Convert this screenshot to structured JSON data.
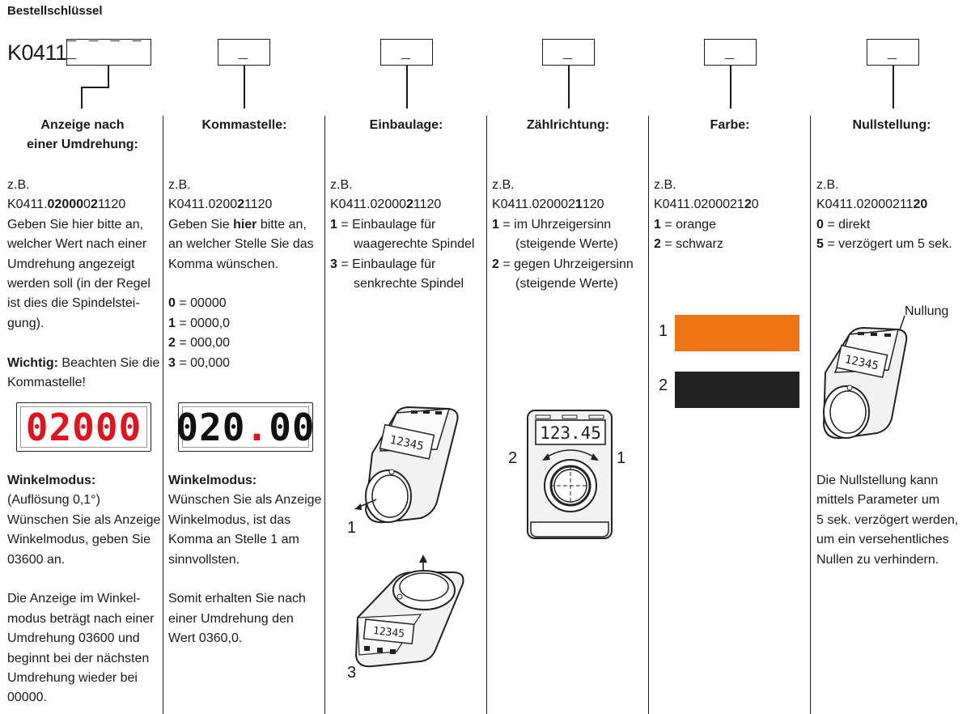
{
  "header": {
    "title": "Bestellschlüssel",
    "prefix": "K0411.",
    "main_placeholder": "_ _ _ _ _",
    "slot_placeholder": "_"
  },
  "columns": [
    {
      "heading_line1": "Anzeige nach",
      "heading_line2": "einer Umdrehung:"
    },
    {
      "heading": "Kommastelle:"
    },
    {
      "heading": "Einbaulage:"
    },
    {
      "heading": "Zählrichtung:"
    },
    {
      "heading": "Farbe:"
    },
    {
      "heading": "Nullstellung:"
    }
  ],
  "col1": {
    "eg": "z.B.",
    "code_pre": "K0411.",
    "code_bold": "02000",
    "code_mid": "0",
    "code_bold2": "2",
    "code_post": "1120",
    "lines": [
      "Geben Sie hier bitte an,",
      "welcher Wert nach einer",
      "Umdrehung angezeigt",
      "werden soll (in der Regel",
      "ist dies die Spindelstei-",
      "gung)."
    ],
    "wichtig_label": "Wichtig:",
    "wichtig_text": " Beachten Sie die",
    "wichtig_line2": "Kommastelle!",
    "display": "02000",
    "winkel_title": "Winkelmodus:",
    "winkel_lines": [
      "(Auflösung 0,1°)",
      "Wünschen Sie als Anzeige",
      "Winkelmodus, geben Sie",
      "03600 an."
    ],
    "tail_lines": [
      "Die Anzeige im Winkel-",
      "modus beträgt nach einer",
      "Umdrehung 03600 und",
      "beginnt bei der nächsten",
      "Umdrehung wieder bei",
      "00000."
    ]
  },
  "col2": {
    "eg": "z.B.",
    "code_pre": "K0411.0200",
    "code_bold": "2",
    "code_post": "1120",
    "lines_pre": "Geben Sie ",
    "lines_bold": "hier",
    "lines_post": " bitte an,",
    "lines": [
      "an welcher Stelle Sie das",
      "Komma wünschen."
    ],
    "options": [
      {
        "key": "0",
        "value": "00000"
      },
      {
        "key": "1",
        "value": "0000,0"
      },
      {
        "key": "2",
        "value": "000,00"
      },
      {
        "key": "3",
        "value": "00,000"
      }
    ],
    "display_int": "020",
    "display_dec": "00",
    "winkel_title": "Winkelmodus:",
    "winkel_lines": [
      "Wünschen Sie als Anzeige",
      "Winkelmodus, ist das",
      "Komma an Stelle 1 am",
      "sinnvollsten."
    ],
    "tail_lines": [
      "Somit erhalten Sie nach",
      "einer Umdrehung den",
      "Wert 0360,0."
    ]
  },
  "col3": {
    "eg": "z.B.",
    "code_pre": "K0411.02000",
    "code_bold": "2",
    "code_post": "1120",
    "options": [
      {
        "key": "1",
        "line1": "Einbaulage für",
        "line2": "waagerechte Spindel"
      },
      {
        "key": "3",
        "line1": "Einbaulage für",
        "line2": "senkrechte Spindel"
      }
    ],
    "fig1_label": "1",
    "fig3_label": "3",
    "lcd_text": "12345"
  },
  "col4": {
    "eg": "z.B.",
    "code_pre": "K0411.020002",
    "code_bold": "1",
    "code_post": "120",
    "options": [
      {
        "key": "1",
        "line1": "im Uhrzeigersinn",
        "line2": "(steigende Werte)"
      },
      {
        "key": "2",
        "line1": "gegen Uhrzeigersinn",
        "line2": "(steigende Werte)"
      }
    ],
    "label_left": "2",
    "label_right": "1",
    "lcd_text": "123.45"
  },
  "col5": {
    "eg": "z.B.",
    "code_pre": "K0411.0200021",
    "code_bold": "2",
    "code_post": "0",
    "options": [
      {
        "key": "1",
        "value": "orange"
      },
      {
        "key": "2",
        "value": "schwarz"
      }
    ],
    "swatch1_label": "1",
    "swatch2_label": "2",
    "colors": {
      "orange": "#ee7414",
      "black": "#222222"
    }
  },
  "col6": {
    "eg": "z.B.",
    "code_pre": "K0411.02000211",
    "code_bold": "20",
    "code_post": "",
    "options": [
      {
        "key": "0",
        "value": "direkt"
      },
      {
        "key": "5",
        "value": "verzögert um 5 sek."
      }
    ],
    "nullung_label": "Nullung",
    "lcd_text": "12345",
    "lines": [
      "Die Nullstellung kann",
      "mittels Parameter um",
      "5 sek. verzögert werden,",
      "um ein versehentliches",
      "Nullen zu verhindern."
    ]
  }
}
